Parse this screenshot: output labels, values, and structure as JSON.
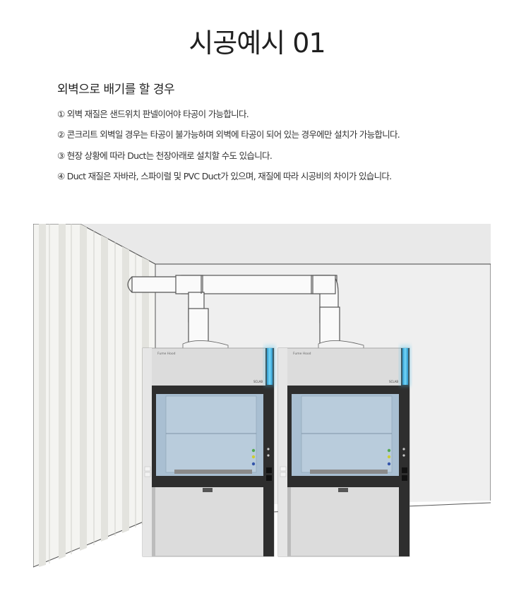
{
  "page_title": "시공예시 01",
  "section": {
    "heading": "외벽으로 배기를 할 경우",
    "notes": [
      "① 외벽 재질은 샌드위치 판넬이어야 타공이 가능합니다.",
      "② 콘크리트 외벽일 경우는 타공이 불가능하며 외벽에 타공이 되어 있는 경우에만 설치가 가능합니다.",
      "③ 현장 상황에 따라 Duct는 천장아래로 설치할 수도 있습니다.",
      "④ Duct 재질은 자바라, 스파이럴 및 PVC Duct가 있으며, 재질에 따라 시공비의 차이가 있습니다."
    ]
  },
  "illustration": {
    "hood_label": "Fume Hood",
    "brand_label": "SCLAB",
    "colors": {
      "background": "#e9e9e9",
      "wall_panel": "#f4f4f1",
      "duct": "#fafafa",
      "hood_body": "#dcdcdc",
      "frame": "#2e2e2e",
      "glass": "#a9bfd2",
      "indicator": "#59c8f0"
    }
  }
}
